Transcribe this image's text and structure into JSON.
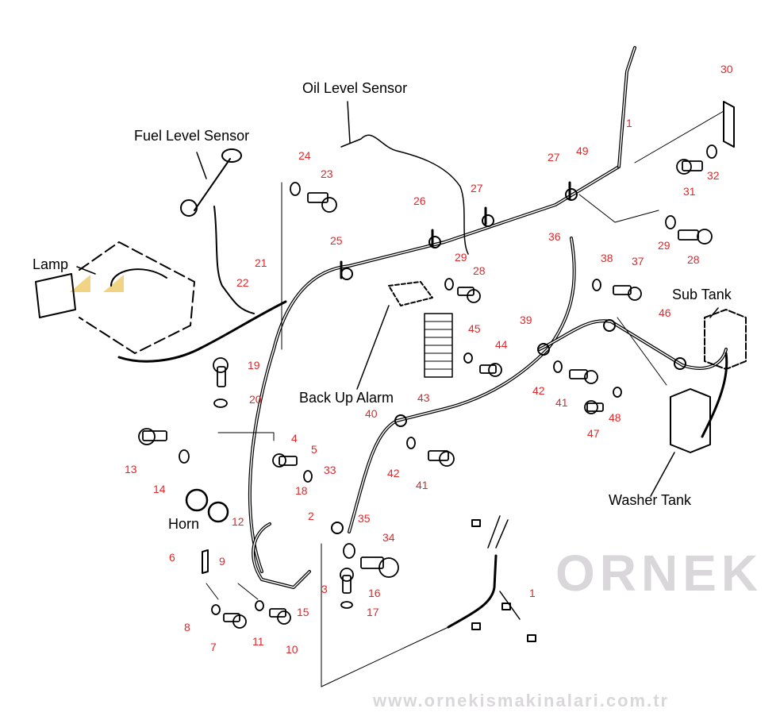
{
  "diagram": {
    "title": "Wire harness exploded parts diagram",
    "watermark": {
      "brand": "ORNEK",
      "url": "www.ornekismakinalari.com.tr",
      "text_color": "#d9d7da",
      "accent_color": "#f1d483"
    },
    "colors": {
      "line": "#000000",
      "part_number": "#e0272a",
      "label": "#000000"
    },
    "component_labels": [
      {
        "id": "oil-level-sensor",
        "text": "Oil Level Sensor"
      },
      {
        "id": "fuel-level-sensor",
        "text": "Fuel Level Sensor"
      },
      {
        "id": "lamp",
        "text": "Lamp"
      },
      {
        "id": "back-up-alarm",
        "text": "Back Up Alarm"
      },
      {
        "id": "sub-tank",
        "text": "Sub Tank"
      },
      {
        "id": "washer-tank",
        "text": "Washer Tank"
      },
      {
        "id": "horn",
        "text": "Horn"
      }
    ],
    "part_numbers": [
      "30",
      "1",
      "27",
      "49",
      "31",
      "32",
      "24",
      "23",
      "26",
      "27",
      "36",
      "29",
      "28",
      "38",
      "37",
      "25",
      "29",
      "28",
      "21",
      "22",
      "46",
      "39",
      "45",
      "44",
      "19",
      "42",
      "41",
      "48",
      "47",
      "20",
      "43",
      "40",
      "4",
      "5",
      "13",
      "14",
      "42",
      "41",
      "33",
      "18",
      "12",
      "2",
      "35",
      "34",
      "9",
      "6",
      "3",
      "16",
      "15",
      "17",
      "8",
      "11",
      "1",
      "7",
      "10"
    ]
  }
}
